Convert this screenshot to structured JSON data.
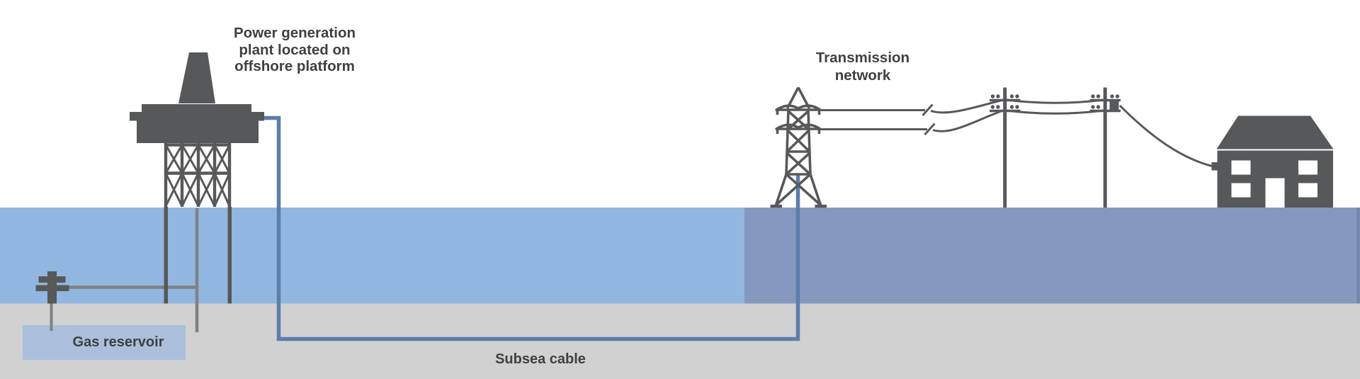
{
  "labels": {
    "platform": {
      "lines": [
        "Power generation",
        "plant located on",
        "offshore platform"
      ]
    },
    "transmission": {
      "lines": [
        "Transmission",
        "network"
      ]
    },
    "gas_reservoir": "Gas reservoir",
    "subsea_cable": "Subsea cable"
  },
  "colors": {
    "structure_gray": "#57585a",
    "pipe_gray": "#7f8184",
    "cable_blue": "#5d7dab",
    "water_light_blue": "#91b6e0",
    "water_dark_blue": "#8598c0",
    "water_edge_blue": "#7688b1",
    "seabed_gray": "#d1d1d2",
    "reservoir_blue": "#abbfdd",
    "label_text": "#3f4040",
    "background_white": "#ffffff"
  }
}
